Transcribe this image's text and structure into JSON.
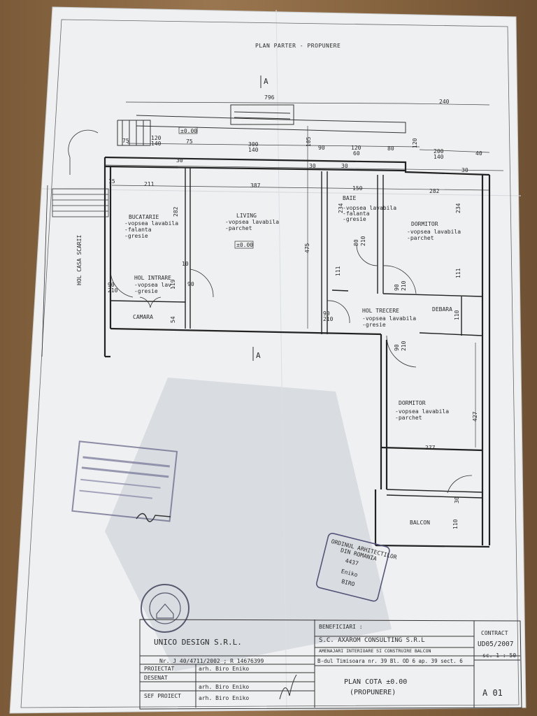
{
  "sheet_title": "PLAN PARTER - PROPUNERE",
  "section_marks": [
    "A",
    "A"
  ],
  "level_marks": [
    "±0.00",
    "±0.00"
  ],
  "dims": {
    "overall_width": "796",
    "right_width": "240",
    "d75a": "75",
    "d120a": "120",
    "d140a": "140",
    "d75b": "75",
    "d300": "300",
    "d140b": "140",
    "d105": "105",
    "d90": "90",
    "d120b": "120",
    "d60": "60",
    "d80": "80",
    "d120c": "120",
    "d200": "200",
    "d140c": "140",
    "d40": "40",
    "d30a": "30",
    "d30b": "30",
    "d30c": "30",
    "d30d": "30",
    "d211": "211",
    "d387": "387",
    "d150": "150",
    "d282": "282",
    "d282v": "282",
    "d234a": "234",
    "d234b": "234",
    "d475": "475",
    "d111a": "111",
    "d111b": "111",
    "d119": "119",
    "d110a": "110",
    "d54": "54",
    "d427": "427",
    "d277": "277",
    "d110b": "110",
    "d30e": "30",
    "d15": "15",
    "d10": "10"
  },
  "doors": {
    "d90_210": "90",
    "d210": "210",
    "d80_210": "80"
  },
  "rooms": {
    "bucatarie": {
      "name": "BUCATARIE",
      "l1": "-vopsea lavabila",
      "l2": "-falanta",
      "l3": "-gresie"
    },
    "living": {
      "name": "LIVING",
      "l1": "-vopsea lavabila",
      "l2": "-parchet"
    },
    "baie": {
      "name": "BAIE",
      "l1": "-vopsea lavabila",
      "l2": "-falanta",
      "l3": "-gresie"
    },
    "dormitor1": {
      "name": "DORMITOR",
      "l1": "-vopsea lavabila",
      "l2": "-parchet"
    },
    "hol_intrare": {
      "name": "HOL INTRARE",
      "l1": "-vopsea lav.",
      "l2": "-gresie"
    },
    "camara": {
      "name": "CAMARA"
    },
    "hol_trecere": {
      "name": "HOL TRECERE",
      "l1": "-vopsea lavabila",
      "l2": "-gresie"
    },
    "debara": {
      "name": "DEBARA"
    },
    "dormitor2": {
      "name": "DORMITOR",
      "l1": "-vopsea lavabila",
      "l2": "-parchet"
    },
    "balcon": {
      "name": "BALCON"
    },
    "scara": {
      "name": "HOL CASA SCARII"
    }
  },
  "title_block": {
    "company": "UNICO DESIGN S.R.L.",
    "reg": "Nr. J 40/4711/2002 ; R 14676399",
    "beneficiari_label": "BENEFICIARI :",
    "beneficiar": "S.C. AXAROM CONSULTING S.R.L",
    "project": "AMENAJARI INTERIOARE SI CONSTRUIRE BALCON",
    "address": "B-dul Timisoara nr. 39 Bl. OD 6 ap. 39 sect. 6",
    "contract_label": "CONTRACT",
    "contract": "UD05/2007",
    "scale": "sc. 1 : 50",
    "drawing_title_1": "PLAN COTA ±0.00",
    "drawing_title_2": "(PROPUNERE)",
    "sheet_no": "A 01",
    "rows": [
      {
        "role": "PROIECTAT",
        "name": "arh. Biro Eniko"
      },
      {
        "role": "DESENAT",
        "name": "arh. Biro Eniko"
      },
      {
        "role": "SEF PROIECT",
        "name": "arh. Biro Eniko"
      }
    ]
  },
  "stamp_oar": {
    "l1": "ORDINUL ARHITECTILOR",
    "l2": "DIN ROMANIA",
    "l3": "4437",
    "l4": "Eniko",
    "l5": "BIRO"
  }
}
